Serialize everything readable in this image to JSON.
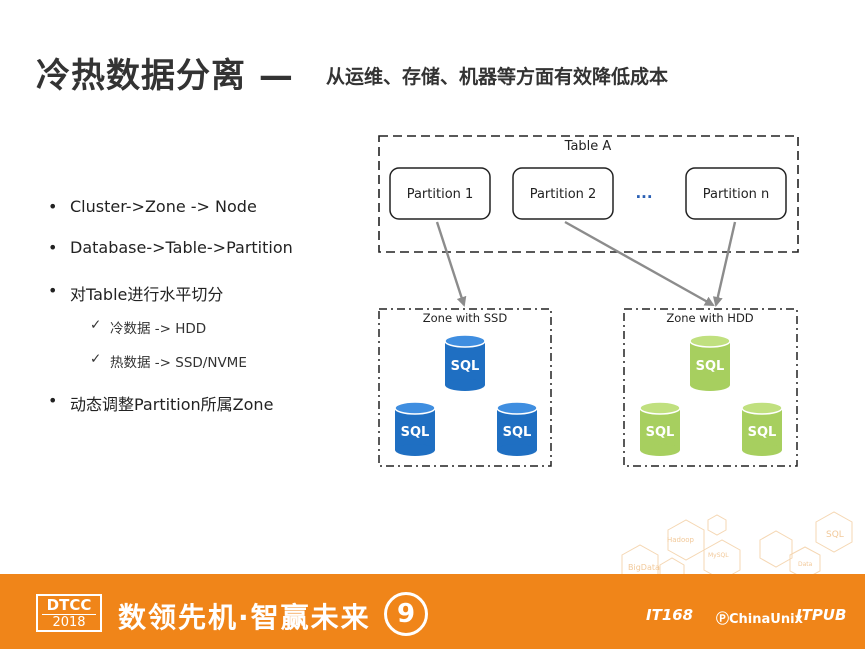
{
  "slide": {
    "title": "冷热数据分离 —",
    "subtitle": "从运维、存储、机器等方面有效降低成本"
  },
  "bullets": [
    {
      "marker": "•",
      "text": "Cluster->Zone -> Node"
    },
    {
      "marker": "•",
      "text": "Database->Table->Partition"
    },
    {
      "marker": "•",
      "text": "对Table进行水平切分"
    },
    {
      "marker": "✓",
      "text": "冷数据 -> HDD"
    },
    {
      "marker": "✓",
      "text": "热数据 -> SSD/NVME"
    },
    {
      "marker": "•",
      "text": "动态调整Partition所属Zone"
    }
  ],
  "diagram": {
    "table_label": "Table A",
    "partitions": [
      "Partition 1",
      "Partition 2",
      "...",
      "Partition n"
    ],
    "zone_ssd_label": "Zone with SSD",
    "zone_hdd_label": "Zone with HDD",
    "db_label": "SQL",
    "colors": {
      "ssd": "#1f6fc2",
      "hdd": "#a7cf5f",
      "arrow": "#8c8c8c"
    }
  },
  "decoration": {
    "hex_labels": [
      "Hadoop",
      "BigData",
      "SQL",
      "MySQL",
      "Data"
    ]
  },
  "footer": {
    "logo_top": "DTCC",
    "logo_year": "2018",
    "slogan": "数领先机·智赢未来",
    "edition": "9",
    "sponsors": [
      "IT168",
      "ChinaUnix",
      "ITPUB"
    ],
    "bg_color": "#f08519"
  }
}
